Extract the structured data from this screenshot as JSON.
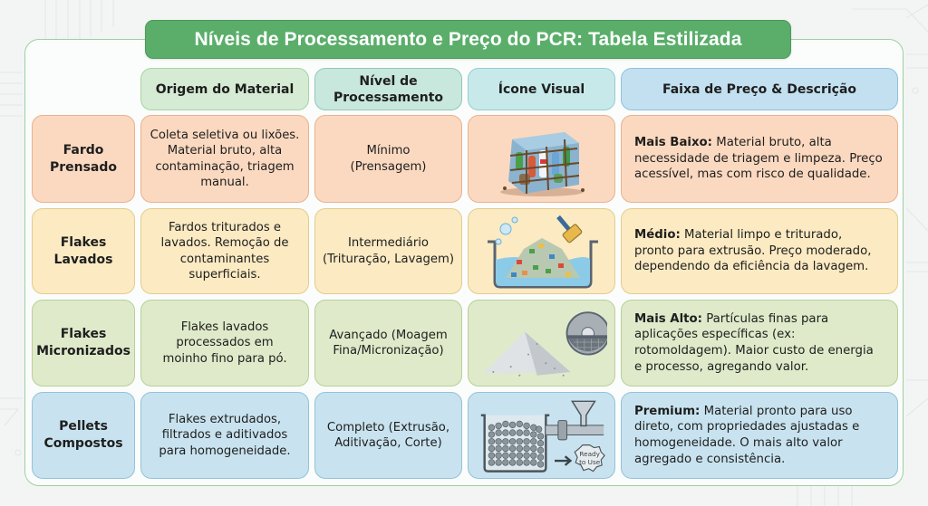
{
  "title": "Níveis de Processamento e Preço do PCR: Tabela Estilizada",
  "headers": [
    {
      "label": "Origem do Material"
    },
    {
      "label": "Nível de Processamento"
    },
    {
      "label": "Ícone Visual"
    },
    {
      "label": "Faixa de Preço & Descrição"
    }
  ],
  "rows": [
    {
      "label": "Fardo Prensado",
      "origin": "Coleta seletiva ou lixões. Material bruto, alta contaminação, triagem manual.",
      "processing": "Mínimo (Prensagem)",
      "icon": "baled-bottles-icon",
      "price_label": "Mais Baixo:",
      "price_desc": " Material bruto, alta necessidade de triagem e limpeza. Preço acessível, mas com risco de qualidade.",
      "colors": {
        "bg": "#fbd9c0",
        "border": "#e9b28d"
      }
    },
    {
      "label": "Flakes Lavados",
      "origin": "Fardos triturados e lavados. Remoção de contaminantes superficiais.",
      "processing": "Intermediário (Trituração, Lavagem)",
      "icon": "washed-flakes-tub-icon",
      "price_label": "Médio:",
      "price_desc": " Material limpo e triturado, pronto para extrusão. Preço moderado, dependendo da eficiência da lavagem.",
      "colors": {
        "bg": "#fbeac2",
        "border": "#e4cc8c"
      }
    },
    {
      "label": "Flakes Micronizados",
      "origin": "Flakes lavados processados em moinho fino para pó.",
      "processing": "Avançado (Moagem Fina/Micronização)",
      "icon": "powder-and-mill-icon",
      "price_label": "Mais Alto:",
      "price_desc": " Partículas finas para aplicações específicas (ex: rotomoldagem). Maior custo de energia e processo, agregando valor.",
      "colors": {
        "bg": "#deeac9",
        "border": "#b9cf99"
      }
    },
    {
      "label": "Pellets Compostos",
      "origin": "Flakes extrudados, filtrados e aditivados para homogeneidade.",
      "processing": "Completo (Extrusão, Aditivação, Corte)",
      "icon": "pellets-extruder-icon",
      "badge": "Ready to Use",
      "price_label": "Premium:",
      "price_desc": " Material pronto para uso direto, com propriedades ajustadas e homogeneidade. O mais alto valor agregado e consistência.",
      "colors": {
        "bg": "#c8e3ef",
        "border": "#93c2d8"
      }
    }
  ],
  "colors": {
    "title_bg": "#5aae6a",
    "panel_border": "#9fcf9f",
    "header_green": "#d5ebd3",
    "header_teal": "#c8e7dd",
    "header_cyan": "#c7e9ea",
    "header_blue": "#c3e0f1"
  }
}
